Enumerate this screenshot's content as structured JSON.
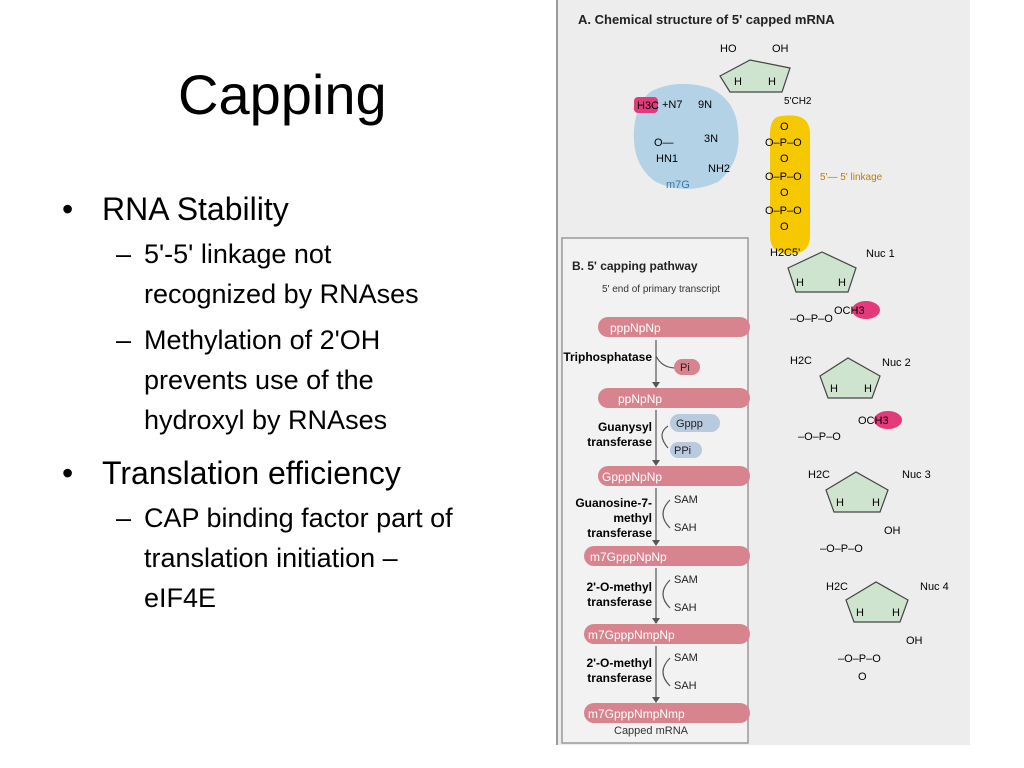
{
  "slide": {
    "title": "Capping",
    "bullets": [
      {
        "text": "RNA Stability",
        "subs": [
          [
            "5'-5' linkage not",
            "recognized by RNAses"
          ],
          [
            "Methylation of 2'OH",
            "prevents use of the",
            "hydroxyl by RNAses"
          ]
        ]
      },
      {
        "text": "Translation efficiency",
        "subs": [
          [
            "CAP binding factor part of",
            "translation initiation –",
            "eIF4E"
          ]
        ]
      }
    ],
    "bullet_glyph": "•",
    "dash_glyph": "–"
  },
  "figure": {
    "panel_a_title": "A. Chemical structure of 5' capped mRNA",
    "panel_b_title": "B. 5' capping pathway",
    "m7g_label": "m7G",
    "linkage_label": "5'— 5' linkage",
    "nucleotides": [
      "Nuc 1",
      "Nuc 2",
      "Nuc 3",
      "Nuc 4"
    ],
    "pathway_intro": "5' end of primary transcript",
    "rna_steps": [
      "pppNpNp",
      "ppNpNp",
      "GpppNpNp",
      "m7GpppNpNp",
      "m7GpppNmpNp",
      "m7GpppNmpNmp"
    ],
    "side_products": [
      "Pi",
      "Gppp",
      "PPi",
      "SAM",
      "SAH",
      "SAM",
      "SAH",
      "SAM",
      "SAH"
    ],
    "enzymes": [
      "Triphosphatase",
      "Guanysyl transferase",
      "Guanosine-7-methyl transferase",
      "2'-O-methyl transferase",
      "2'-O-methyl transferase"
    ],
    "end_label": "Capped mRNA",
    "colors": {
      "ribose_fill": "#cfe4cf",
      "phosphate_fill": "#f5c800",
      "methyl_fill": "#e23a7a",
      "m7g_fill": "#a9cce3",
      "rna_fill": "#d8848f",
      "panel_border": "#9a9a9a"
    }
  }
}
